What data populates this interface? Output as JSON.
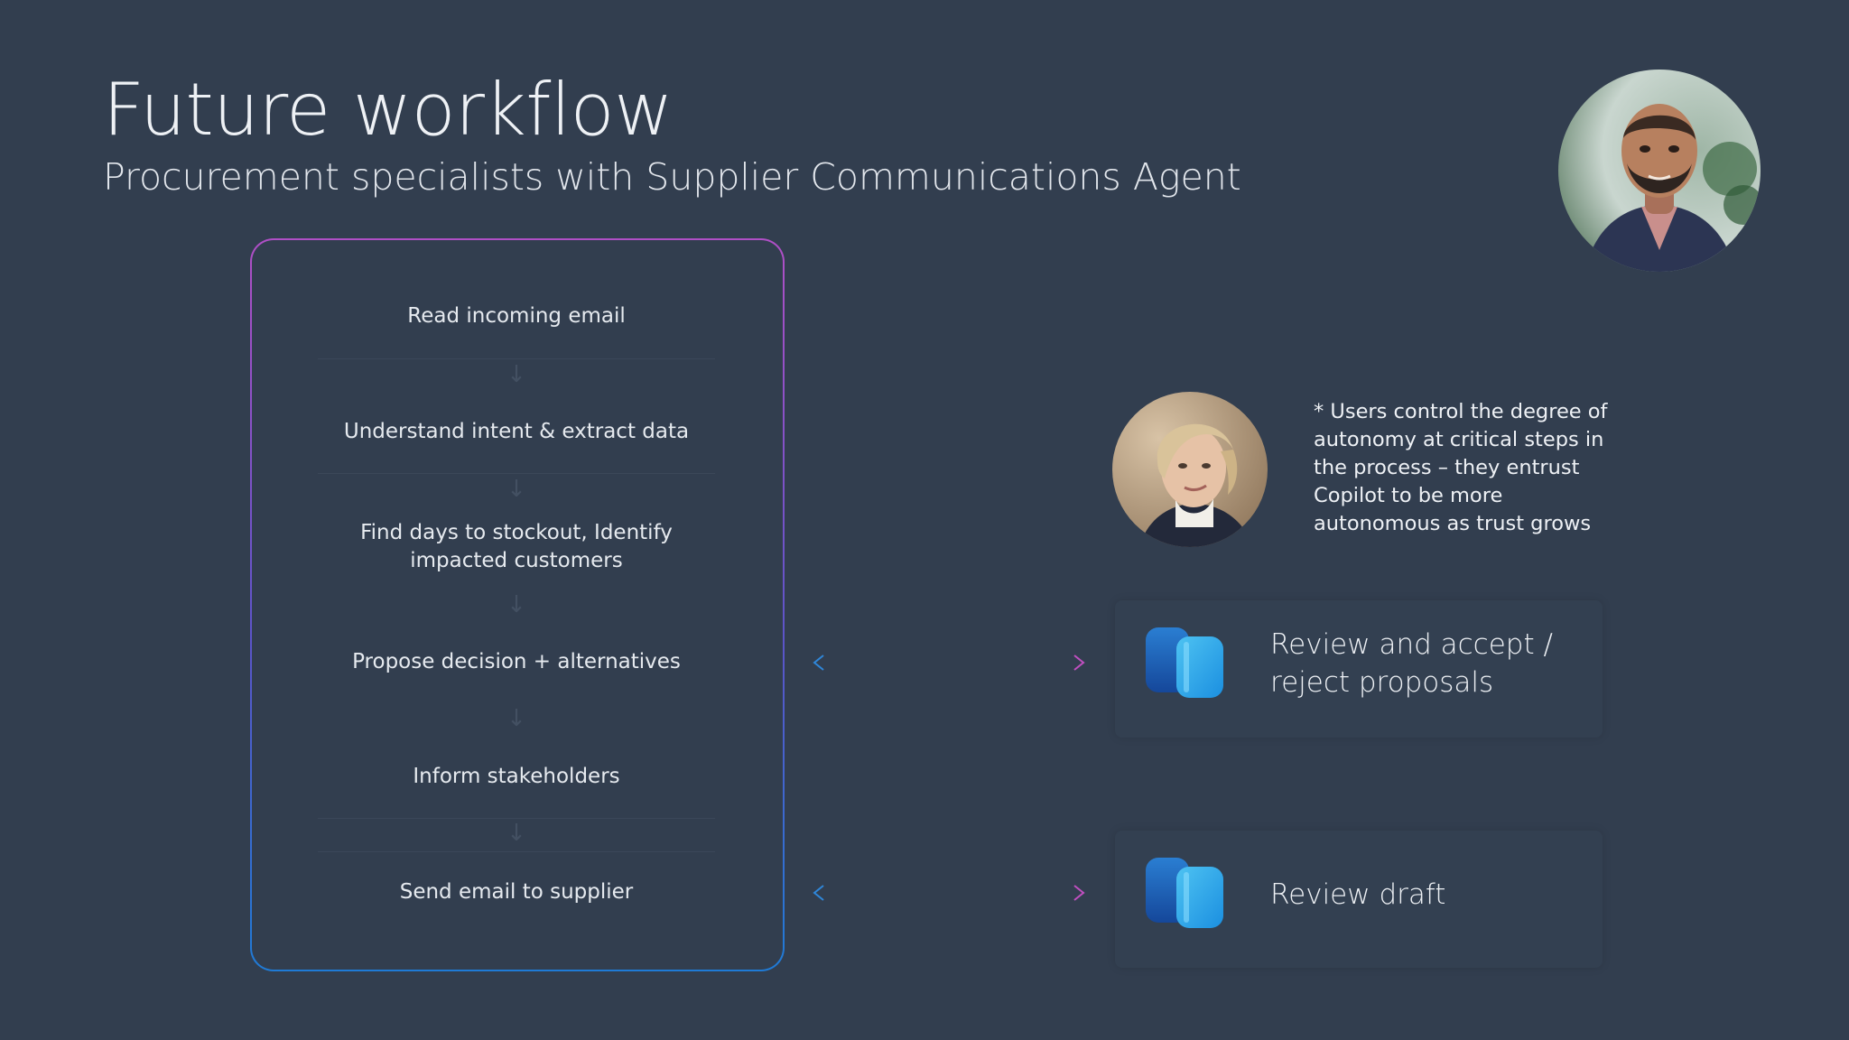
{
  "header": {
    "title": "Future workflow",
    "subtitle": "Procurement specialists with Supplier Communications Agent"
  },
  "workflow": {
    "steps": [
      {
        "label": "Read incoming email"
      },
      {
        "label": "Understand intent & extract data"
      },
      {
        "label": "Find days to stockout, Identify impacted customers"
      },
      {
        "label": "Propose decision + alternatives"
      },
      {
        "label": "Inform stakeholders"
      },
      {
        "label": "Send email to supplier"
      }
    ],
    "arrow_glyph": "↓"
  },
  "note": {
    "text": "* Users control the degree of autonomy at critical steps in the process – they entrust Copilot to be more autonomous as trust grows"
  },
  "cards": [
    {
      "label": "Review and accept / reject proposals",
      "icon": "copilot-icon"
    },
    {
      "label": "Review draft",
      "icon": "copilot-icon"
    }
  ],
  "colors": {
    "background": "#323e4f",
    "box_gradient_top": "#b04fc6",
    "box_gradient_bottom": "#1f7bd6",
    "connector_left": "#2f86d8",
    "connector_right": "#c04fc0",
    "icon_dark": "#1a5fb4",
    "icon_light": "#39b8ee"
  }
}
